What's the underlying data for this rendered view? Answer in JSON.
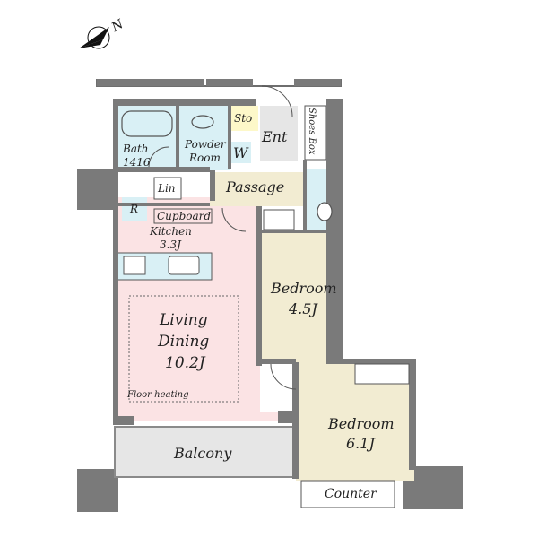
{
  "compass": {
    "direction_label": "N"
  },
  "rooms": {
    "bath": {
      "label": "Bath",
      "size": "1416"
    },
    "powder_room": {
      "line1": "Powder",
      "line2": "Room"
    },
    "storage": {
      "label": "Sto"
    },
    "washer": {
      "label": "W"
    },
    "entrance": {
      "label": "Ent"
    },
    "shoes_box": {
      "label": "Shoes Box"
    },
    "linen": {
      "label": "Lin"
    },
    "passage": {
      "label": "Passage"
    },
    "refrigerator": {
      "label": "R"
    },
    "cupboard": {
      "label": "Cupboard"
    },
    "kitchen": {
      "label": "Kitchen",
      "size": "3.3J"
    },
    "living": {
      "line1": "Living",
      "line2": "Dining",
      "size": "10.2J",
      "note": "Floor heating"
    },
    "bedroom1": {
      "label": "Bedroom",
      "size": "4.5J"
    },
    "bedroom2": {
      "label": "Bedroom",
      "size": "6.1J"
    },
    "balcony": {
      "label": "Balcony"
    },
    "counter": {
      "label": "Counter"
    }
  },
  "colors": {
    "living_kitchen": "#fbe3e4",
    "bedroom": "#f2ecd2",
    "wet_area": "#d9f0f5",
    "storage": "#fdf8c9",
    "passage": "#f2ecd2",
    "balcony": "#e6e6e6",
    "wall": "#7a7a7a"
  }
}
